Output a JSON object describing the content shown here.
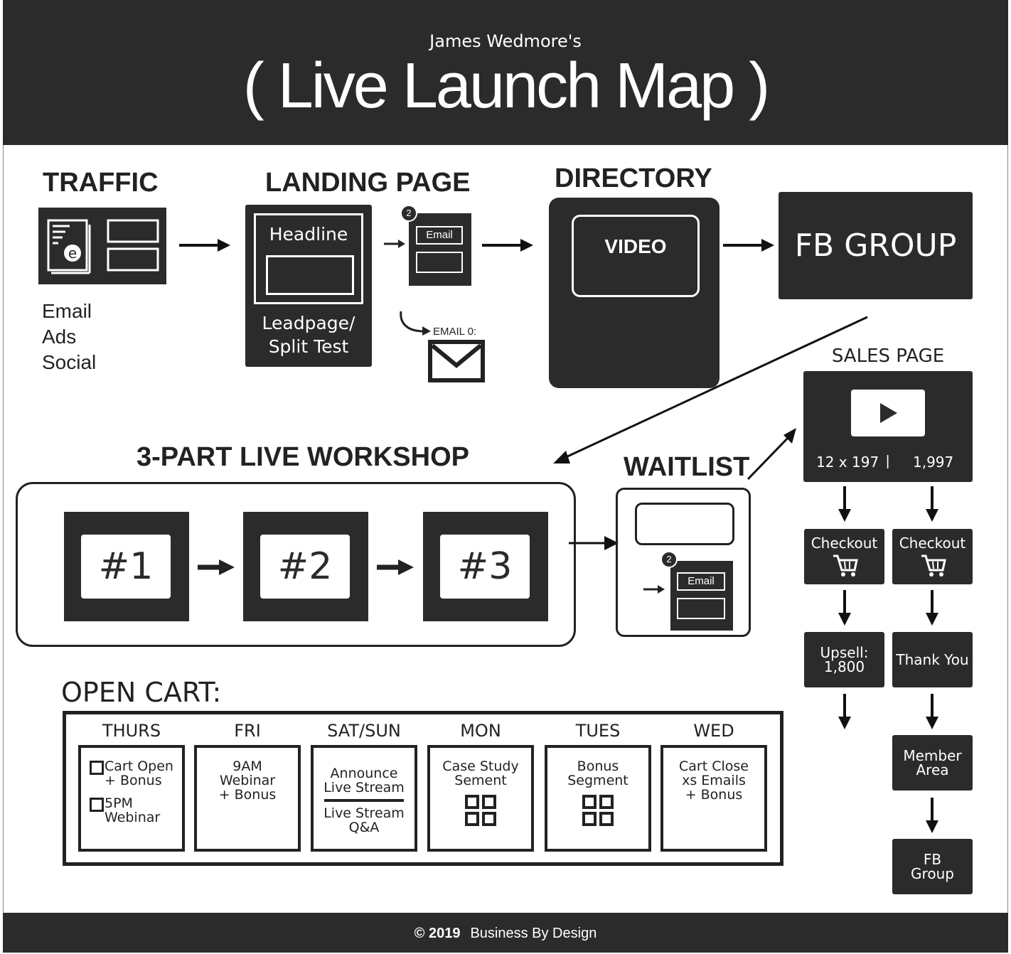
{
  "header": {
    "subtitle": "James Wedmore's",
    "title": "( Live Launch Map )"
  },
  "traffic": {
    "title": "TRAFFIC",
    "sources": [
      "Email",
      "Ads",
      "Social"
    ]
  },
  "landing_page": {
    "title": "LANDING PAGE",
    "headline": "Headline",
    "caption_line1": "Leadpage/",
    "caption_line2": "Split Test",
    "optin_badge": "2",
    "optin_email": "Email",
    "email_label": "EMAIL 0:"
  },
  "directory": {
    "title": "DIRECTORY",
    "video": "VIDEO"
  },
  "fb_group": {
    "label": "FB GROUP"
  },
  "workshop": {
    "title": "3-PART LIVE WORKSHOP",
    "parts": [
      "#1",
      "#2",
      "#3"
    ]
  },
  "waitlist": {
    "title": "WAITLIST",
    "badge": "2",
    "email": "Email"
  },
  "sales_page": {
    "title": "SALES PAGE",
    "price_plan": "12 x 197",
    "separator": "|",
    "price_full": "1,997",
    "left_column": {
      "checkout": "Checkout",
      "upsell_line1": "Upsell:",
      "upsell_line2": "1,800"
    },
    "right_column": {
      "checkout": "Checkout",
      "thank_you": "Thank You",
      "member_line1": "Member",
      "member_line2": "Area",
      "fb_line1": "FB",
      "fb_line2": "Group"
    }
  },
  "open_cart": {
    "title": "OPEN CART:",
    "days": [
      {
        "name": "THURS",
        "item1": "Cart Open",
        "item1b": "+ Bonus",
        "item2": "5PM",
        "item2b": "Webinar"
      },
      {
        "name": "FRI",
        "line1": "9AM",
        "line2": "Webinar",
        "line3": "+ Bonus"
      },
      {
        "name": "SAT/SUN",
        "top1": "Announce",
        "top2": "Live Stream",
        "bottom1": "Live Stream",
        "bottom2": "Q&A"
      },
      {
        "name": "MON",
        "line1": "Case Study",
        "line2": "Sement"
      },
      {
        "name": "TUES",
        "line1": "Bonus",
        "line2": "Segment"
      },
      {
        "name": "WED",
        "line1": "Cart Close",
        "line2": "xs Emails",
        "line3": "+ Bonus"
      }
    ]
  },
  "footer": {
    "copyright": "© 2019",
    "company": "Business By Design"
  }
}
